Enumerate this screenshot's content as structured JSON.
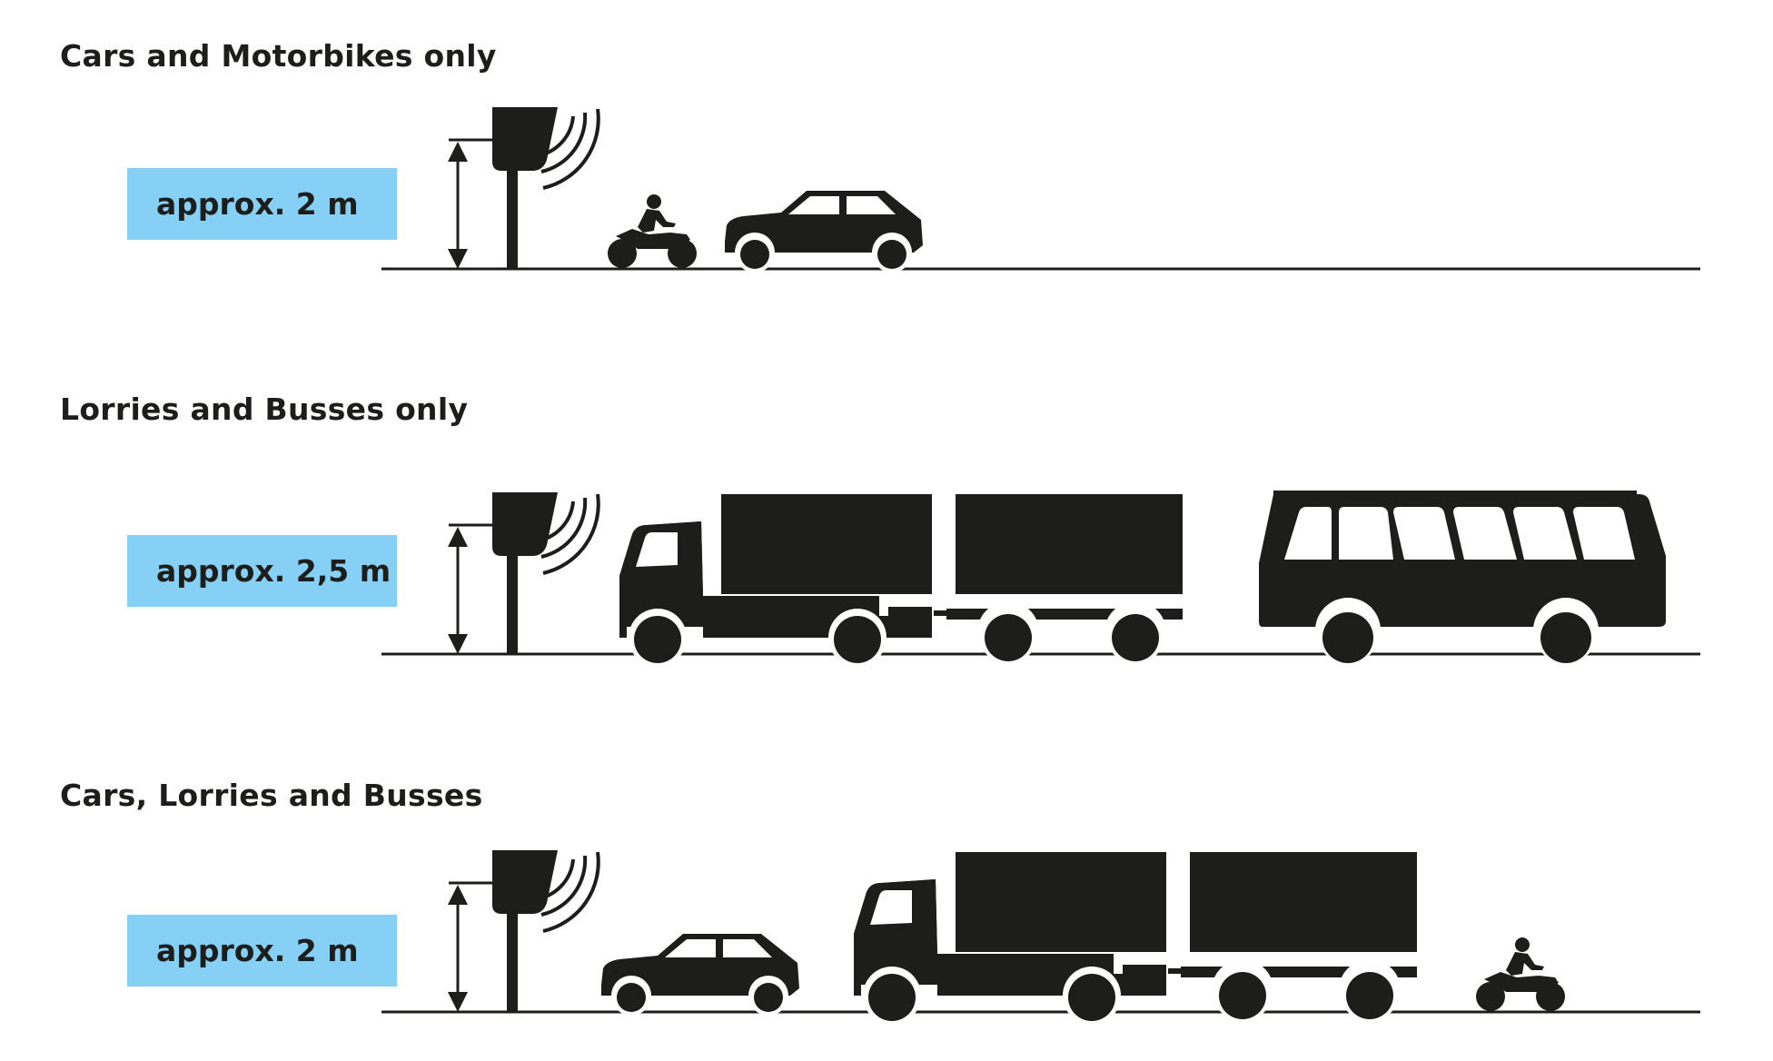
{
  "sections": [
    {
      "title": "Cars and Motorbikes only",
      "height_label": "approx. 2 m"
    },
    {
      "title": "Lorries and Busses only",
      "height_label": "approx. 2,5 m"
    },
    {
      "title": "Cars, Lorries and Busses",
      "height_label": "approx. 2 m"
    }
  ],
  "colors": {
    "badge": "#87d0f5",
    "ink": "#1d1d1b",
    "background": "#ffffff"
  },
  "icons": [
    "speed-camera-icon",
    "height-arrow-icon",
    "signal-waves-icon",
    "motorbike-icon",
    "car-icon",
    "lorry-trailer-icon",
    "bus-icon"
  ]
}
